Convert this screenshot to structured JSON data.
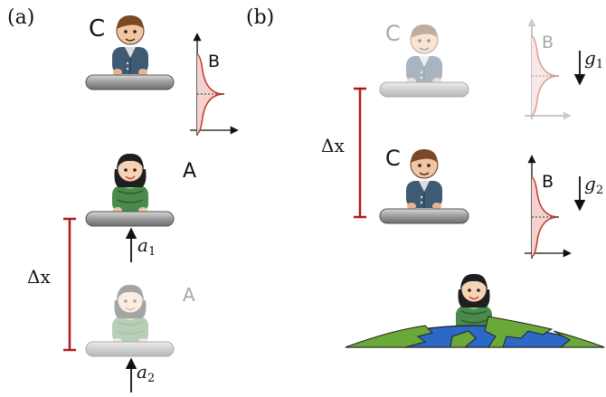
{
  "panel_a": {
    "label": "(a)",
    "person_c_label": "C",
    "distribution_label": "B",
    "person_a_label": "A",
    "person_a_ghost_label": "A",
    "arrow_a1_label": "a",
    "arrow_a1_sub": "1",
    "arrow_a2_label": "a",
    "arrow_a2_sub": "2",
    "delta_label": "Δx"
  },
  "panel_b": {
    "label": "(b)",
    "person_c_ghost_label": "C",
    "distribution_top_label": "B",
    "gravity_top_label": "g",
    "gravity_top_sub": "1",
    "person_c_label": "C",
    "distribution_bottom_label": "B",
    "gravity_bottom_label": "g",
    "gravity_bottom_sub": "2",
    "delta_label": "Δx"
  },
  "colors": {
    "bracket_red": "#b01818",
    "distribution_red": "#c0392b",
    "distribution_fill": "#f3d3cf",
    "platform_gray": "#9a9a9a",
    "person_c_shirt": "#3f5a73",
    "person_a_shirt": "#4a8a4a",
    "earth_green": "#6aa83a",
    "earth_blue": "#2b68c8"
  }
}
